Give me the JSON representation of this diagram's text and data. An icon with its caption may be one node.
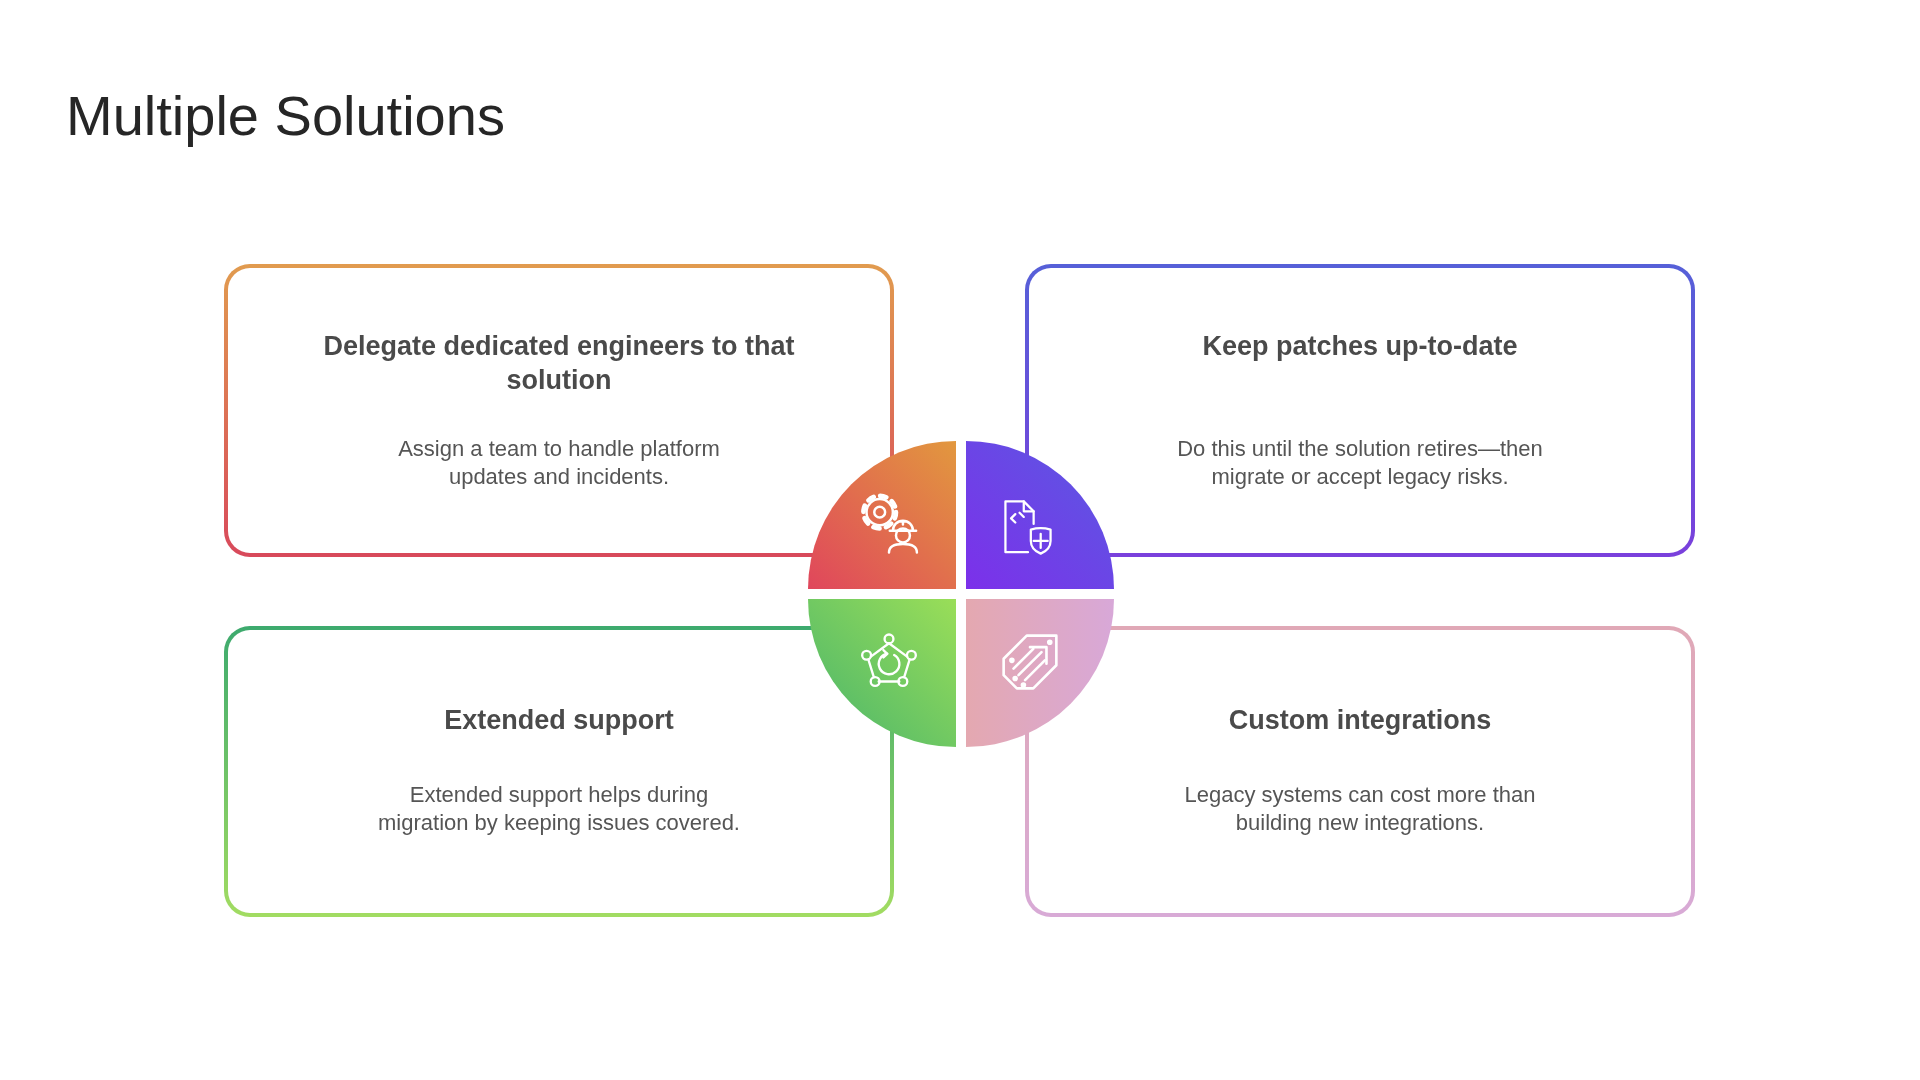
{
  "diagram": {
    "title": "Multiple Solutions",
    "nodes": [
      {
        "text": [
          "Delegate dedicated engineers to that solution",
          "Assign a team to handle platform updates and incidents."
        ]
      },
      {
        "text": [
          "Keep patches up-to-date",
          "Do this until the solution retires—then migrate or accept legacy risks."
        ]
      },
      {
        "text": [
          "Extended support",
          "Extended support helps during migration by keeping issues covered."
        ]
      },
      {
        "text": [
          "Custom integrations",
          "Legacy systems can cost more than building new integrations."
        ]
      }
    ]
  }
}
